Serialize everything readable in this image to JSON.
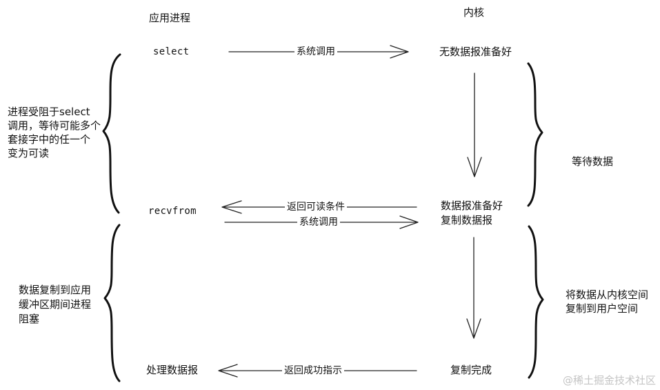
{
  "columns": {
    "app": "应用进程",
    "kernel": "内核"
  },
  "app_steps": {
    "select": "select",
    "recvfrom": "recvfrom",
    "process": "处理数据报"
  },
  "kernel_states": {
    "no_data": "无数据报准备好",
    "data_ready_line1": "数据报准备好",
    "data_ready_line2": "复制数据报",
    "copy_done": "复制完成"
  },
  "arrows": {
    "syscall_1": "系统调用",
    "return_readable": "返回可读条件",
    "syscall_2": "系统调用",
    "return_success": "返回成功指示"
  },
  "phases_left": {
    "blocked_select": [
      "进程受阻于select",
      "调用，等待可能多个",
      "套接字中的任一个",
      "变为可读"
    ],
    "blocked_copy": [
      "数据复制到应用",
      "缓冲区期间进程",
      "阻塞"
    ]
  },
  "phases_right": {
    "wait_data": "等待数据",
    "copy_data": [
      "将数据从内核空间",
      "复制到用户空间"
    ]
  },
  "watermark": "@稀土掘金技术社区"
}
